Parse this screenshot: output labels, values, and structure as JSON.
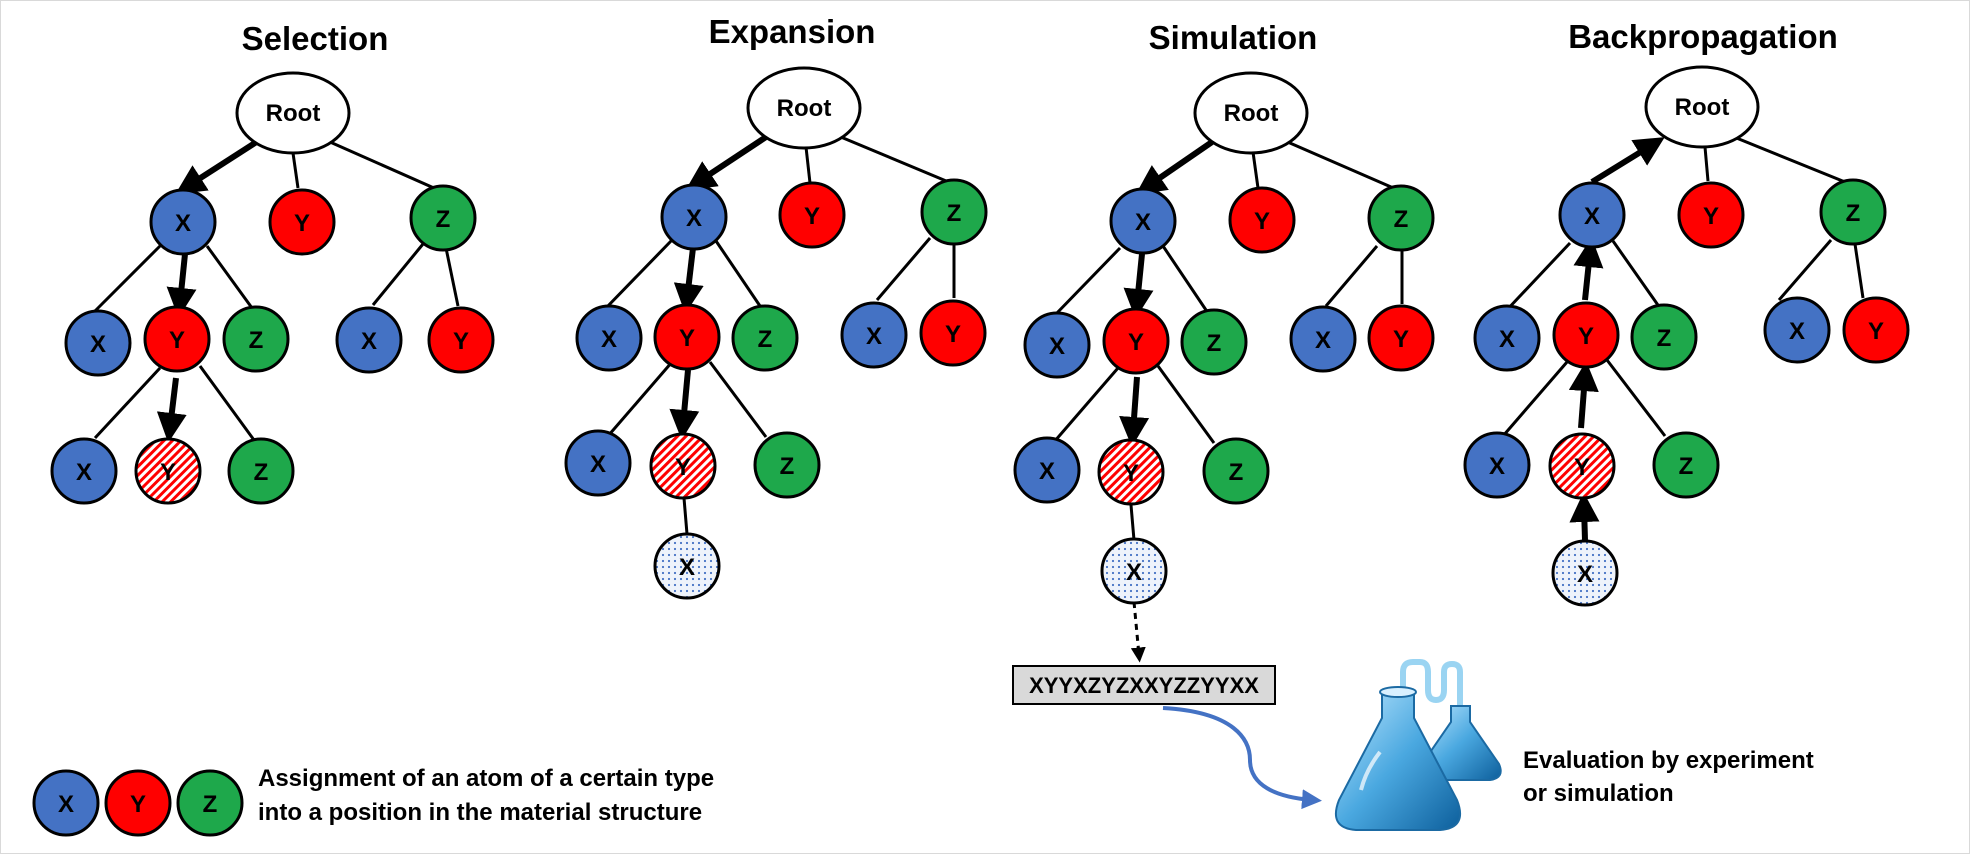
{
  "panels": [
    {
      "title": "Selection"
    },
    {
      "title": "Expansion"
    },
    {
      "title": "Simulation"
    },
    {
      "title": "Backpropagation"
    }
  ],
  "labels": {
    "root": "Root",
    "x": "X",
    "y": "Y",
    "z": "Z"
  },
  "sequence": "XYYXZYZXXYZZYYXX",
  "evaluation": {
    "line1": "Evaluation by experiment",
    "line2": "or simulation"
  },
  "legend": {
    "line1": "Assignment of an atom of a certain type",
    "line2": "into a position in the material structure"
  },
  "colors": {
    "x_blue": "#4472c4",
    "y_red": "#ff0000",
    "z_green": "#1ea84b",
    "sequence_box": "#d9d9d9",
    "arrow_blue": "#4472c4"
  }
}
